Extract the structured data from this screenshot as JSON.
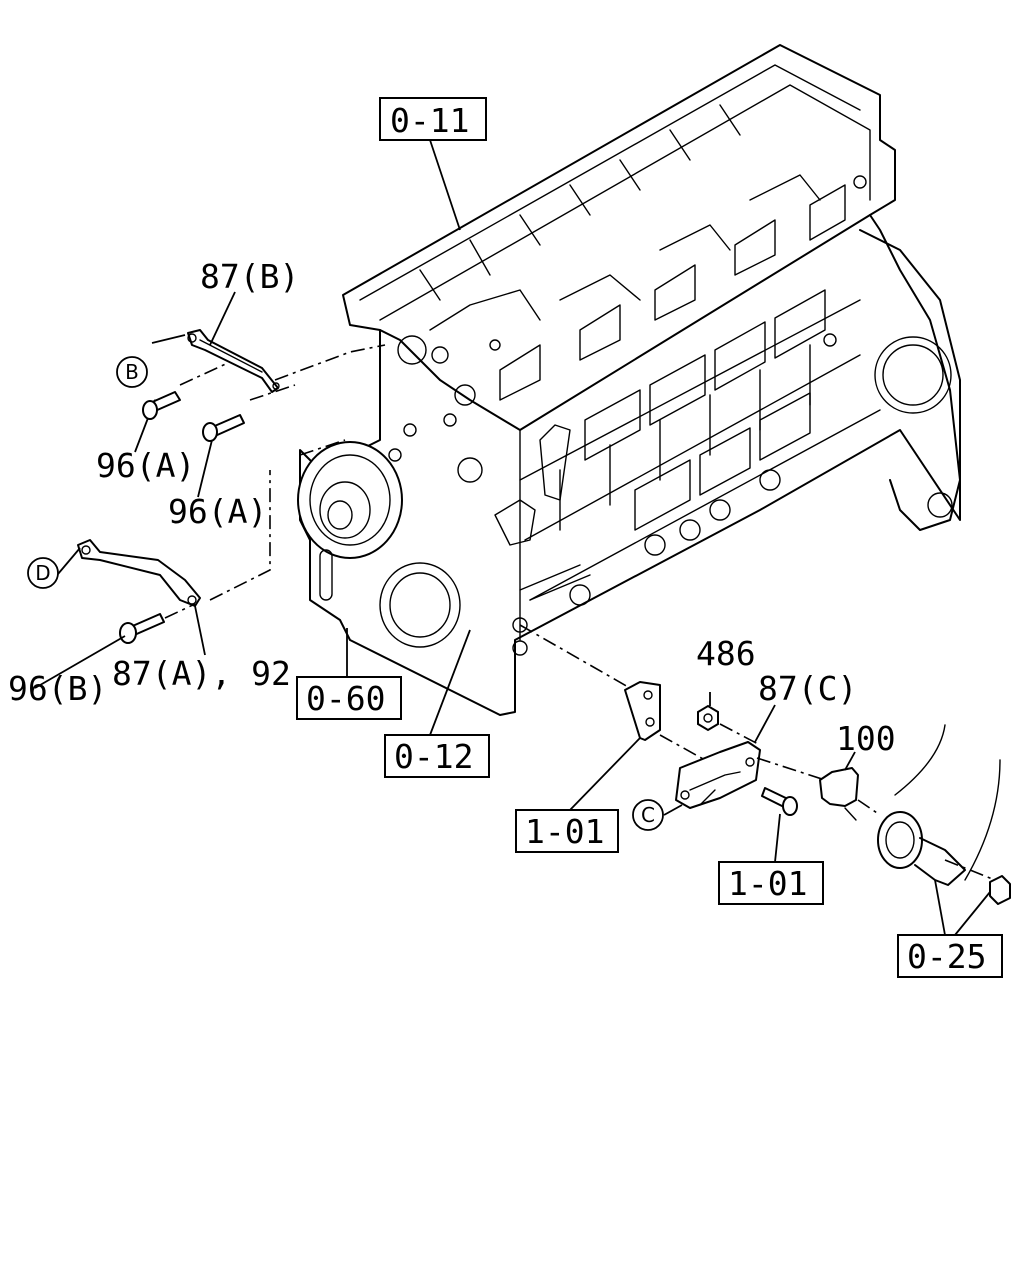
{
  "callouts": {
    "ref_0_11": "0-11",
    "ref_0_60": "0-60",
    "ref_0_12": "0-12",
    "ref_1_01_a": "1-01",
    "ref_1_01_b": "1-01",
    "ref_0_25": "0-25"
  },
  "parts": {
    "p87b": "87(B)",
    "p96a_1": "96(A)",
    "p96a_2": "96(A)",
    "p96b": "96(B)",
    "p87a_92": "87(A), 92",
    "p486": "486",
    "p87c": "87(C)",
    "p100": "100"
  },
  "circled": {
    "b": "B",
    "d": "D",
    "c": "C"
  }
}
